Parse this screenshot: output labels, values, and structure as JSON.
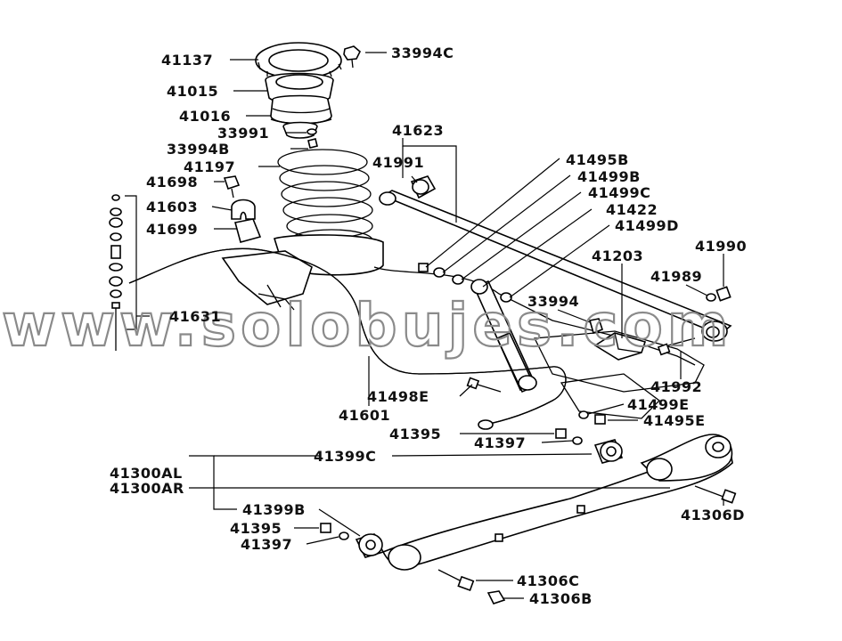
{
  "watermark": "www.solobujes.com",
  "labels": {
    "p41137": "41137",
    "p33994C": "33994C",
    "p41015": "41015",
    "p41016": "41016",
    "p33991": "33991",
    "p33994B": "33994B",
    "p41197": "41197",
    "p41698": "41698",
    "p41603": "41603",
    "p41699": "41699",
    "p41631": "41631",
    "p41623": "41623",
    "p41991": "41991",
    "p41495B": "41495B",
    "p41499B": "41499B",
    "p41499C": "41499C",
    "p41422": "41422",
    "p41499D": "41499D",
    "p41990": "41990",
    "p41203": "41203",
    "p41989": "41989",
    "p33994": "33994",
    "p41992": "41992",
    "p41498E": "41498E",
    "p41499E": "41499E",
    "p41601": "41601",
    "p41495E": "41495E",
    "p41395a": "41395",
    "p41397a": "41397",
    "p41399C": "41399C",
    "p41300AL": "41300AL",
    "p41300AR": "41300AR",
    "p41399B": "41399B",
    "p41306D": "41306D",
    "p41395b": "41395",
    "p41397b": "41397",
    "p41306C": "41306C",
    "p41306B": "41306B"
  }
}
